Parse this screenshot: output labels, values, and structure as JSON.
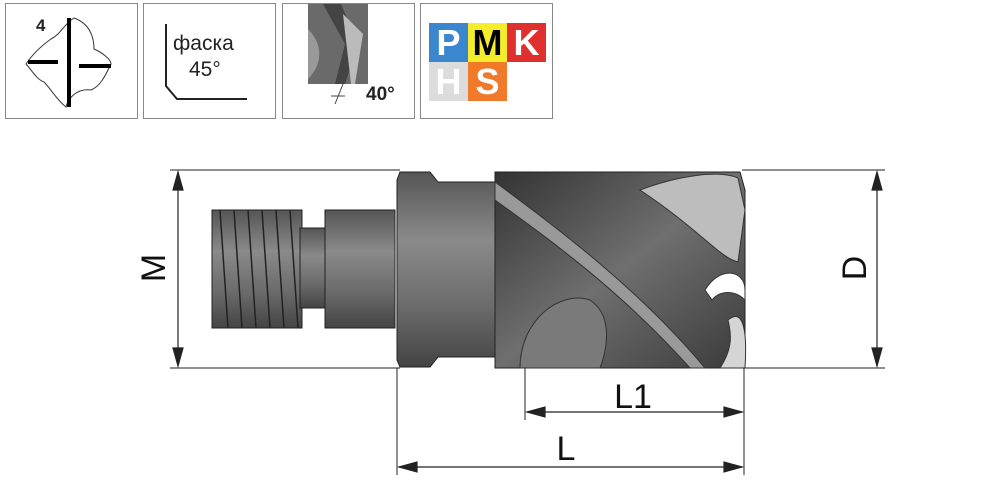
{
  "icons": {
    "flutes": {
      "count": "4"
    },
    "chamfer": {
      "label": "фаска",
      "angle": "45°"
    },
    "helix": {
      "angle": "40°"
    },
    "materials": {
      "letters": [
        "P",
        "M",
        "K",
        "H",
        "S"
      ],
      "colors": {
        "P": "#3b87cf",
        "M": "#f5ec2a",
        "K": "#e0302e",
        "H": "#dcdcdc",
        "S": "#f07a2a"
      }
    }
  },
  "dimensions": {
    "M": "M",
    "D": "D",
    "L1": "L1",
    "L": "L"
  }
}
